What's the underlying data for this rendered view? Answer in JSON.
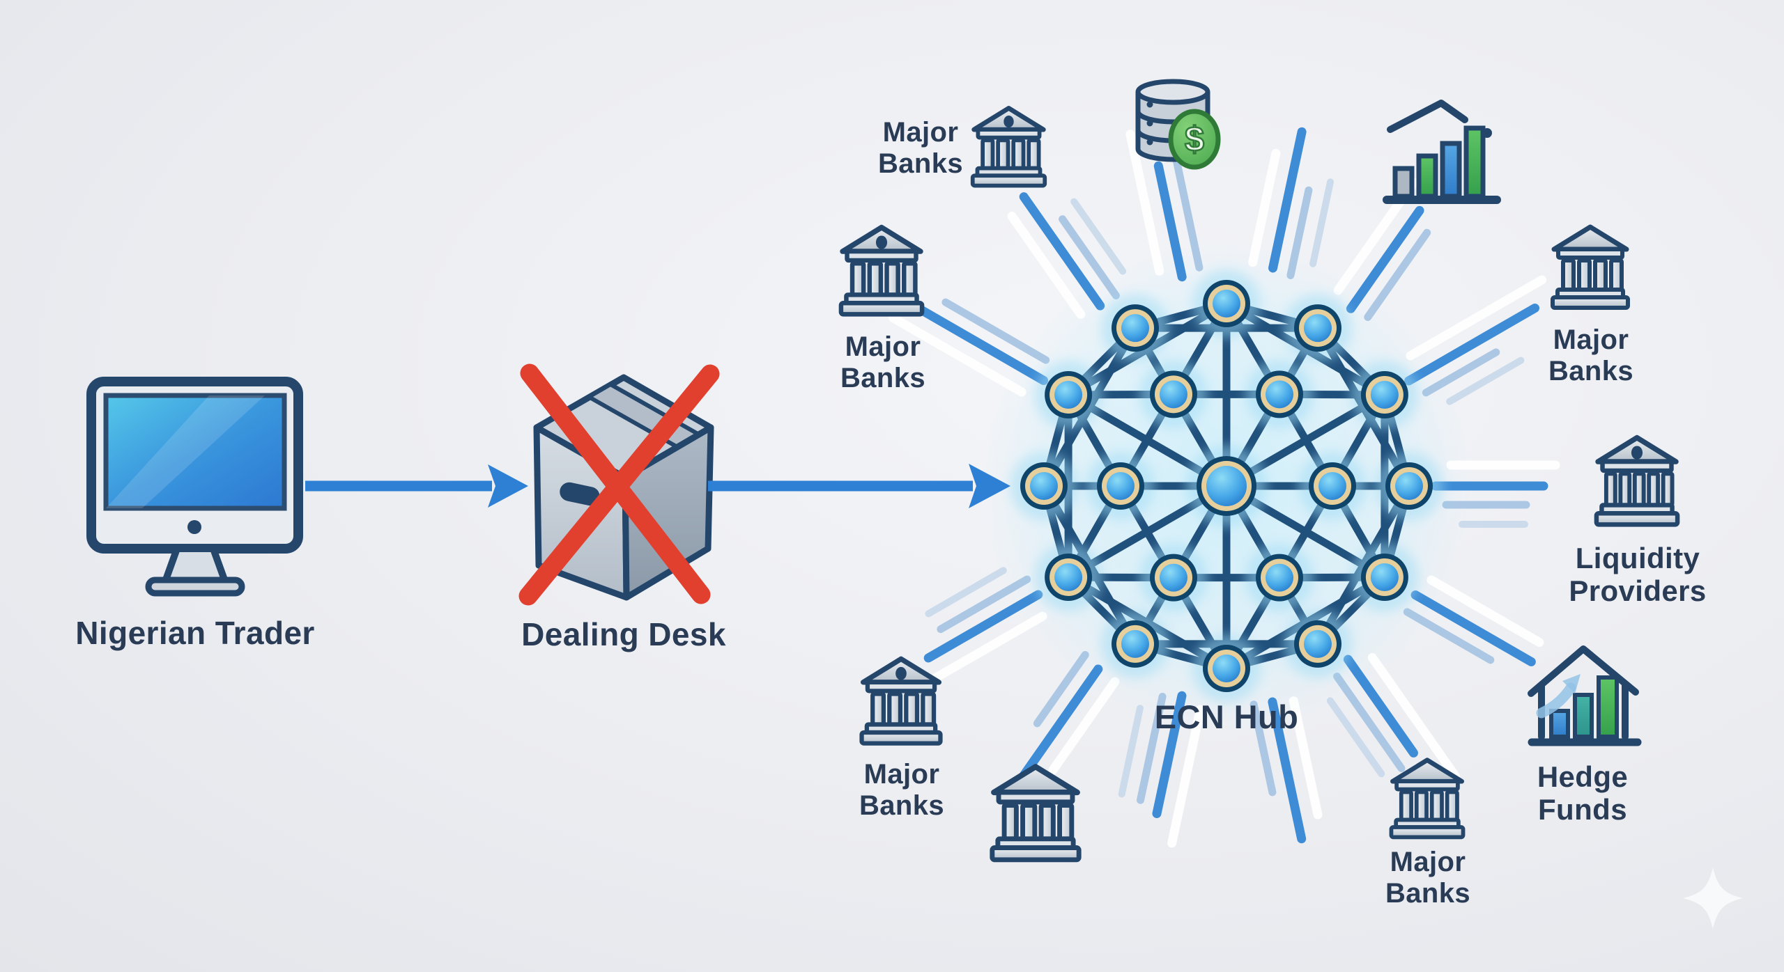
{
  "flow": {
    "trader": {
      "label": "Nigerian Trader",
      "icon": "computer-monitor-icon"
    },
    "arrow_1": {
      "icon": "arrow-right-icon"
    },
    "dealing_desk": {
      "label": "Dealing Desk",
      "icon": "storage-box-icon",
      "crossed_out": true,
      "cross_icon": "red-x-icon"
    },
    "arrow_2": {
      "icon": "arrow-right-icon"
    },
    "hub": {
      "label": "ECN Hub",
      "icon": "network-mesh-icon",
      "outer_nodes": 12,
      "inner_nodes": 6
    }
  },
  "participants": {
    "major_banks_top": {
      "label": "Major Banks",
      "icon": "bank-icon"
    },
    "major_banks_left": {
      "label": "Major Banks",
      "icon": "bank-icon"
    },
    "major_banks_bottom_left": {
      "label": "Major Banks",
      "icon": "bank-icon"
    },
    "extra_bank": {
      "label": "",
      "icon": "bank-icon"
    },
    "data_feed": {
      "label": "",
      "icon": "database-dollar-icon",
      "dollar_glyph": "$"
    },
    "growth_chart": {
      "label": "",
      "icon": "bar-chart-growth-icon"
    },
    "major_banks_right": {
      "label": "Major Banks",
      "icon": "bank-icon"
    },
    "liquidity_providers": {
      "label": "Liquidity Providers",
      "icon": "bank-icon"
    },
    "hedge_funds": {
      "label": "Hedge Funds",
      "icon": "house-chart-icon"
    },
    "major_banks_bottom": {
      "label": "Major Banks",
      "icon": "bank-icon"
    }
  },
  "decor": {
    "sparkle": "sparkle-icon"
  },
  "colors": {
    "background": "#edeef1",
    "text": "#2a3c55",
    "outline_navy": "#24466b",
    "arrow_blue": "#2e80d4",
    "ray_blue": "#3e8cd6",
    "ray_light": "#a4c3e2",
    "node_blue": "#2f8fd9",
    "node_gold": "#e6cf9a",
    "edge_navy": "#20507c",
    "cross_red": "#e2402f",
    "coin_green": "#5cb757"
  }
}
